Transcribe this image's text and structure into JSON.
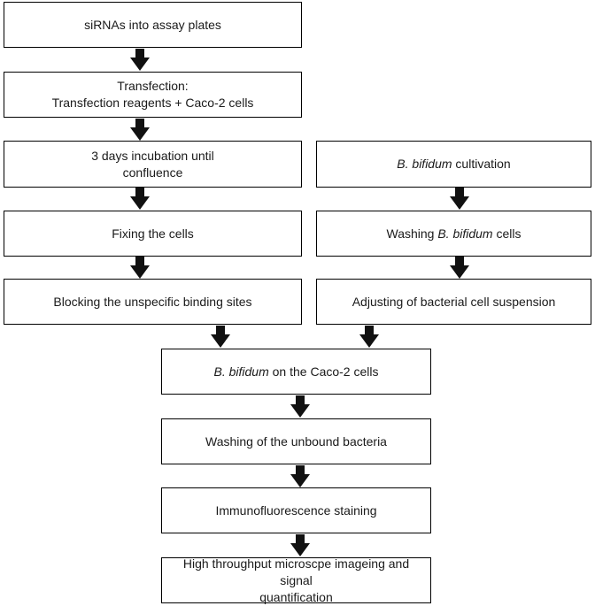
{
  "steps": {
    "s1": {
      "line1": "siRNAs into assay plates"
    },
    "s2": {
      "line1": "Transfection:",
      "line2": "Transfection reagents + Caco-2 cells"
    },
    "s3": {
      "line1": "3 days incubation until",
      "line2": "confluence"
    },
    "s4": {
      "line1": "Fixing the cells"
    },
    "s5": {
      "line1": "Blocking the unspecific binding sites"
    },
    "r1": {
      "italic": "B. bifidum",
      "rest": " cultivation"
    },
    "r2": {
      "pre": "Washing ",
      "italic": "B. bifidum",
      "post": " cells"
    },
    "r3": {
      "line1": "Adjusting of  bacterial cell suspension"
    },
    "m1": {
      "italic": "B. bifidum",
      "rest": " on the Caco-2 cells"
    },
    "m2": {
      "line1": "Washing of the unbound bacteria"
    },
    "m3": {
      "line1": "Immunofluorescence  staining"
    },
    "m4": {
      "line1": "High throughput microscpe imageing and signal",
      "line2": "quantification"
    }
  },
  "colors": {
    "border": "#000000",
    "arrow": "#111111",
    "background": "#ffffff"
  }
}
